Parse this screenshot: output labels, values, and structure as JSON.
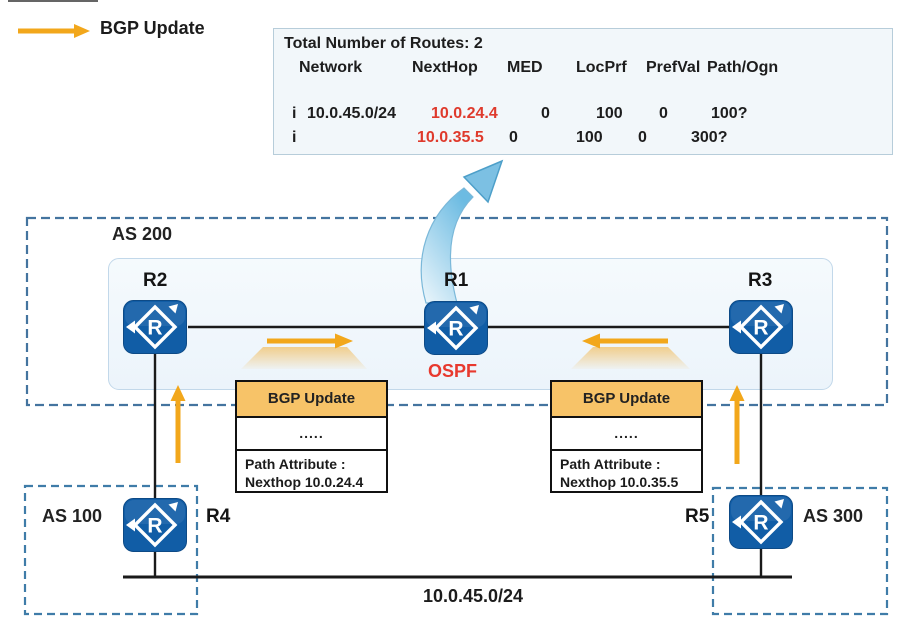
{
  "colors": {
    "router_blue": "#115da6",
    "arrow_orange": "#f2a71b",
    "packet_header_orange": "#f7c368",
    "highlight_red": "#df3a2c",
    "dashed_border_blue": "#44749f",
    "zone_fill_blue": "#ecf4fb"
  },
  "legend": {
    "bgp_update_label": "BGP Update"
  },
  "route_table": {
    "title": "Total Number of Routes: 2",
    "headers": [
      "Network",
      "NextHop",
      "MED",
      "LocPrf",
      "PrefVal",
      "Path/Ogn"
    ],
    "rows": [
      {
        "flag": "i",
        "network": "10.0.45.0/24",
        "nexthop": "10.0.24.4",
        "med": "0",
        "locprf": "100",
        "prefval": "0",
        "path_ogn": "100?"
      },
      {
        "flag": "i",
        "network": "",
        "nexthop": "10.0.35.5",
        "med": "0",
        "locprf": "100",
        "prefval": "0",
        "path_ogn": "300?"
      }
    ]
  },
  "zones": {
    "as200": "AS 200",
    "as100": "AS 100",
    "as300": "AS 300"
  },
  "routers": {
    "icon_letter": "R",
    "r1": "R1",
    "r2": "R2",
    "r3": "R3",
    "r4": "R4",
    "r5": "R5"
  },
  "protocol_label": "OSPF",
  "packets": {
    "left": {
      "title": "BGP Update",
      "body_ellipsis": ".....",
      "attr_label": "Path Attribute :",
      "attr_value": "Nexthop 10.0.24.4"
    },
    "right": {
      "title": "BGP Update",
      "body_ellipsis": ".....",
      "attr_label": "Path Attribute :",
      "attr_value": "Nexthop 10.0.35.5"
    }
  },
  "network_segment_label": "10.0.45.0/24"
}
